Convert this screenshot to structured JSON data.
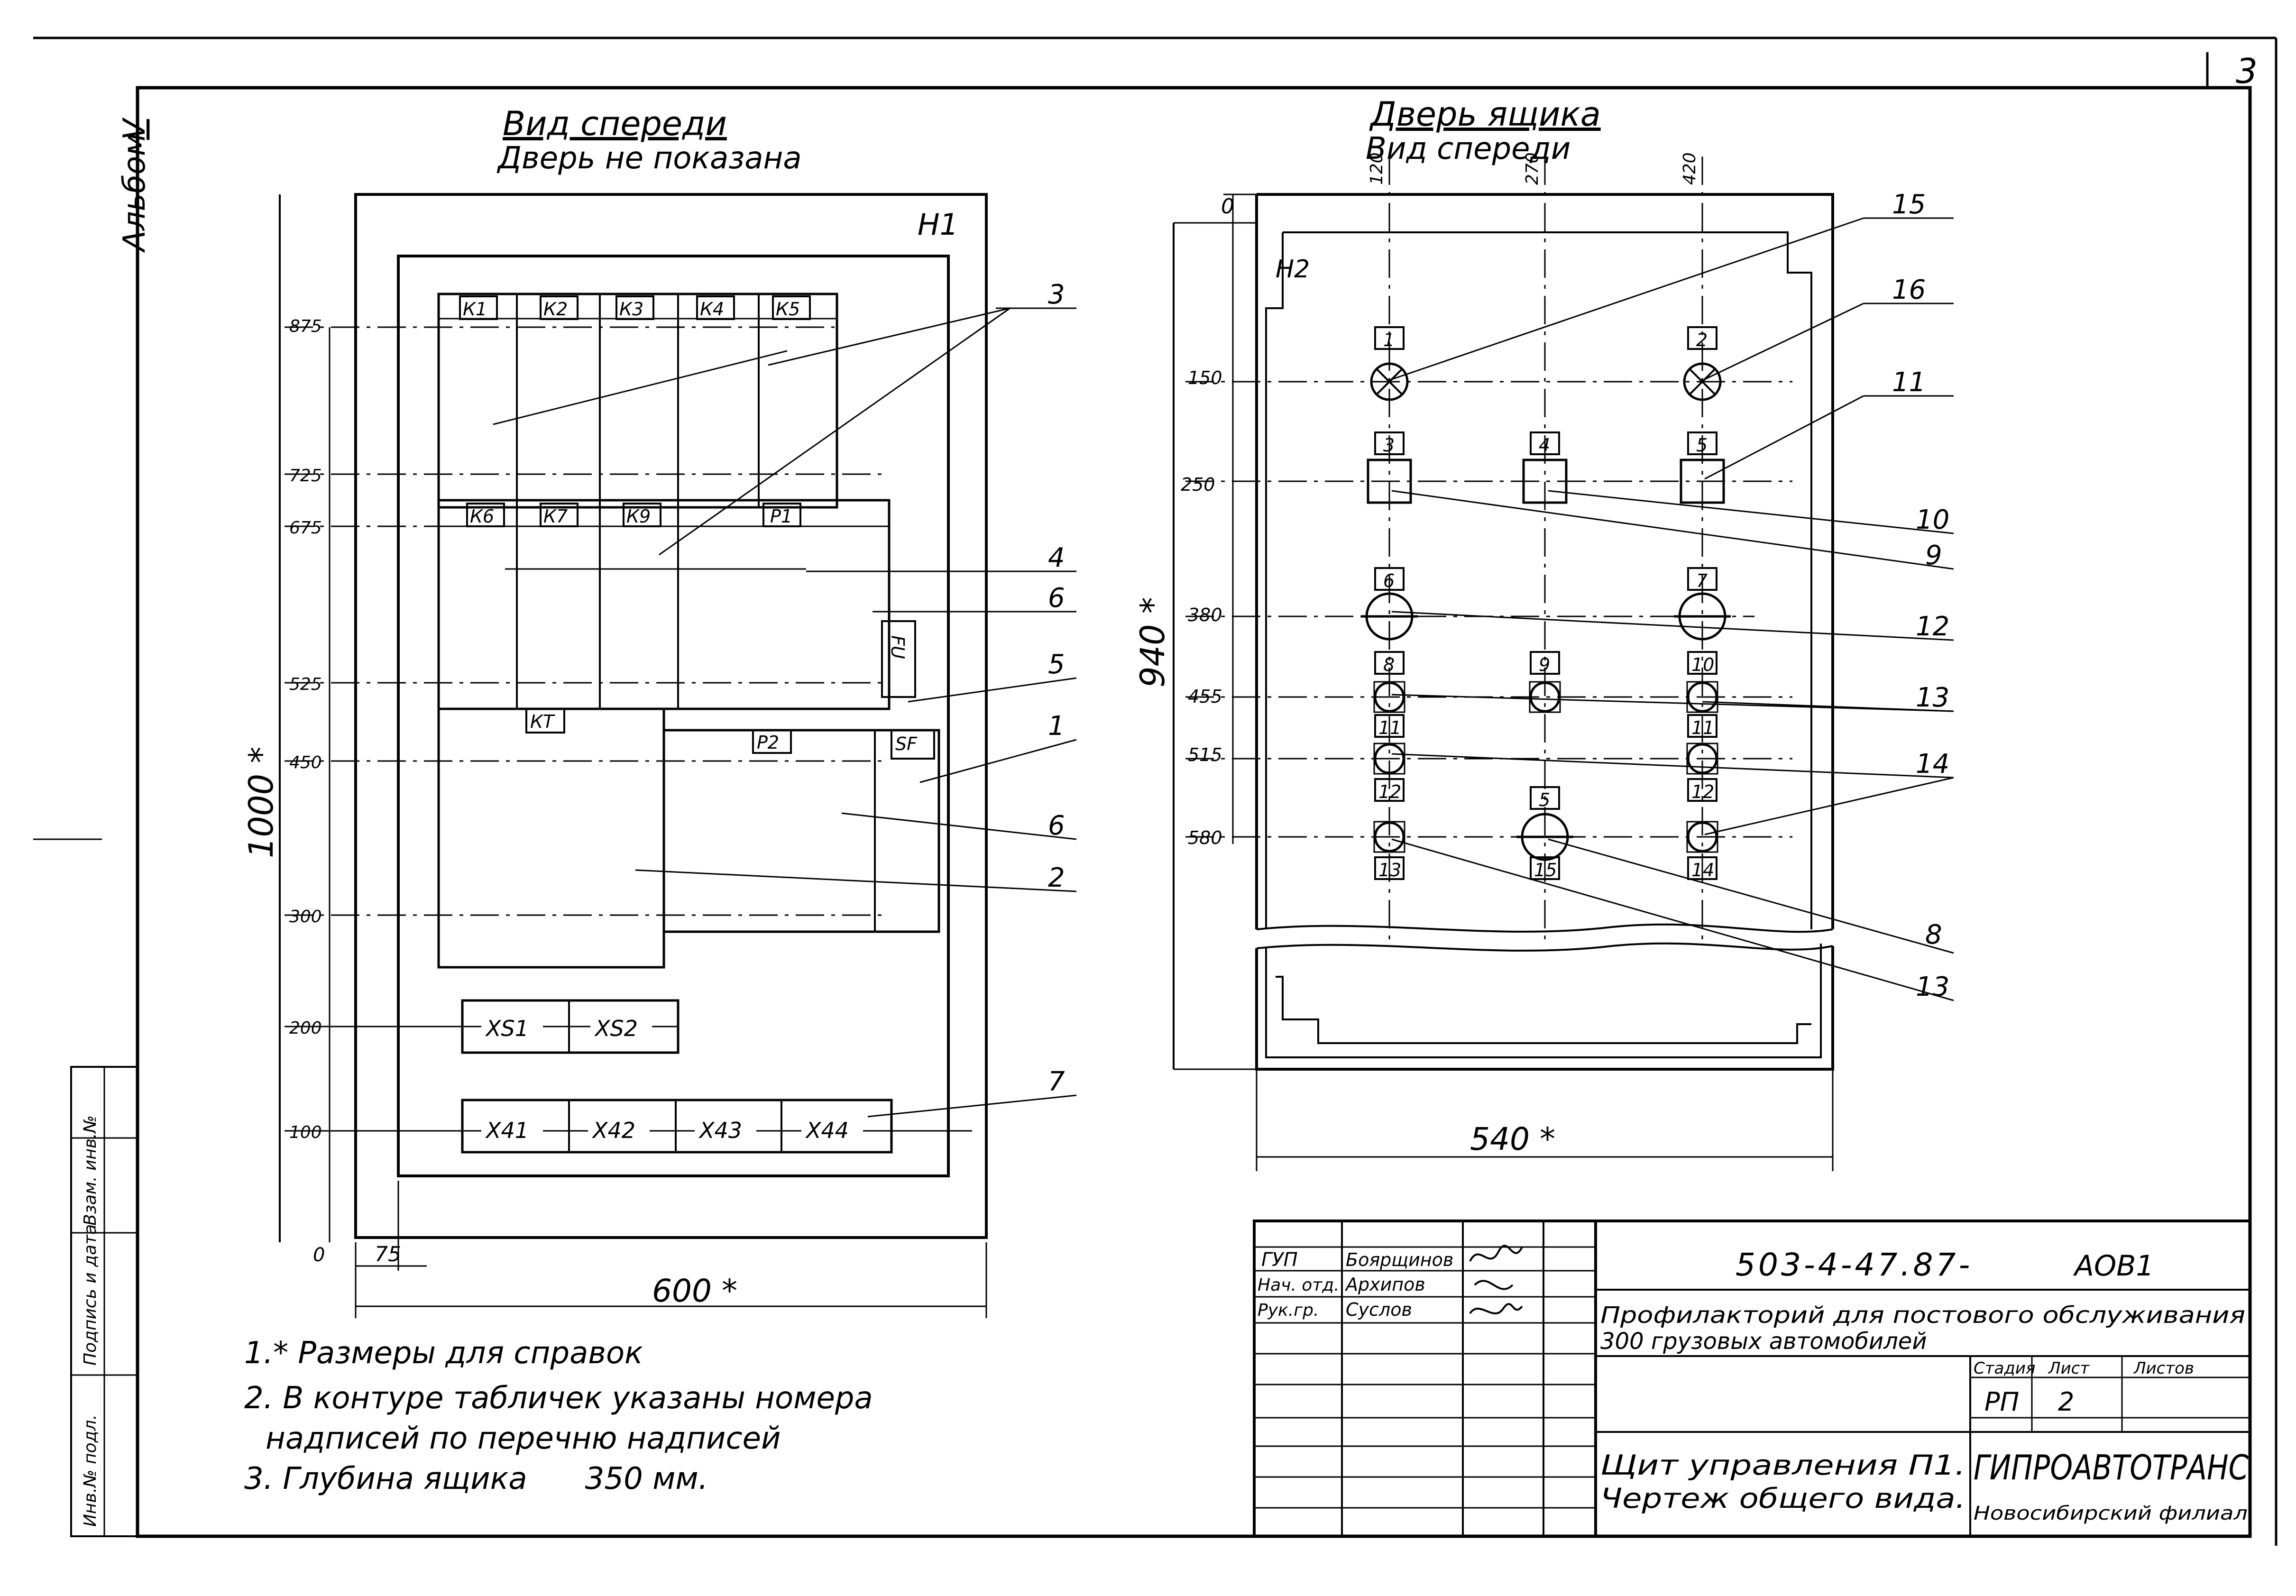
{
  "sheet": {
    "page_number": "3",
    "album_label": "Альбом",
    "album_number": "V"
  },
  "front_view": {
    "title": "Вид спереди",
    "subtitle": "Дверь не показана",
    "panel_label": "Н1",
    "relays_row1": [
      "К1",
      "К2",
      "К3",
      "К4",
      "К5"
    ],
    "relays_row2": [
      "К6",
      "К7",
      "К9",
      "Р1"
    ],
    "kt_label": "КТ",
    "p2_label": "Р2",
    "sf_label": "SF",
    "fu_label": "FU",
    "xs_labels": [
      "XS1",
      "XS2"
    ],
    "xt_labels": [
      "Х41",
      "Х42",
      "Х43",
      "Х44"
    ],
    "dimensions": {
      "levels": [
        "875",
        "725",
        "675",
        "525",
        "450",
        "300",
        "200",
        "100",
        "0"
      ],
      "height": "1000 *",
      "width": "600 *",
      "offset": "75"
    },
    "callouts": [
      "3",
      "4",
      "6",
      "5",
      "1",
      "6",
      "2",
      "7"
    ]
  },
  "door_view": {
    "title": "Дверь ящика",
    "subtitle": "Вид спереди",
    "panel_label": "Н2",
    "top_dims": [
      "0",
      "120",
      "270",
      "420"
    ],
    "levels": [
      "150",
      "250",
      "380",
      "455",
      "515",
      "580"
    ],
    "height": "940 *",
    "width": "540 *",
    "plate_labels": [
      "1",
      "2",
      "3",
      "4",
      "5",
      "6",
      "7",
      "8",
      "9",
      "10",
      "11",
      "11",
      "12",
      "5",
      "12",
      "13",
      "15",
      "14"
    ],
    "callouts": [
      "15",
      "16",
      "11",
      "10",
      "9",
      "12",
      "13",
      "14",
      "8",
      "13"
    ]
  },
  "notes": [
    "1.* Размеры для справок",
    "2. В контуре табличек указаны номера",
    "надписей по перечню надписей",
    "3. Глубина ящика      350 мм."
  ],
  "left_stamp": [
    "Инв.№ подл.",
    "Подпись и дата",
    "Взам. инв.№"
  ],
  "title_block": {
    "people": [
      {
        "role": "ГУП",
        "name": "Боярщинов"
      },
      {
        "role": "Нач. отд.",
        "name": "Архипов"
      },
      {
        "role": "Рук.гр.",
        "name": "Суслов"
      }
    ],
    "document_code": "503-4-47.87-",
    "code_suffix": "АОВ1",
    "project_title_1": "Профилакторий для постового обслуживания",
    "project_title_2": "300 грузовых автомобилей",
    "stage_header": "Стадия",
    "sheet_header": "Лист",
    "sheets_header": "Листов",
    "stage": "РП",
    "sheet": "2",
    "sheets": "",
    "drawing_title_1": "Щит управления П1.",
    "drawing_title_2": "Чертеж общего вида.",
    "org_name": "ГИПРОАВТОТРАНС",
    "branch": "Новосибирский филиал"
  }
}
